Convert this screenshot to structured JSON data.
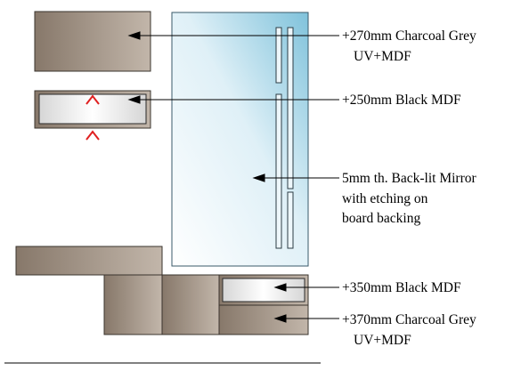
{
  "labels": {
    "charcoal_top_line1": "+270mm Charcoal Grey",
    "charcoal_top_line2": "UV+MDF",
    "black_250": "+250mm Black MDF",
    "mirror_line1": "5mm th. Back-lit Mirror",
    "mirror_line2": "with etching on",
    "mirror_line3": "board backing",
    "black_350": "+350mm Black MDF",
    "charcoal_bottom_line1": "+370mm Charcoal Grey",
    "charcoal_bottom_line2": "UV+MDF"
  },
  "colors": {
    "charcoal_dark": "#87786a",
    "charcoal_light": "#c2b6aa",
    "mirror_top": "#7fc2db",
    "mirror_mid": "#dff0f7",
    "mirror_white": "#ffffff",
    "black_mdf_dark": "#d6d6d6",
    "black_mdf_light": "#ffffff",
    "marker": "#e02020",
    "line": "#000000"
  }
}
